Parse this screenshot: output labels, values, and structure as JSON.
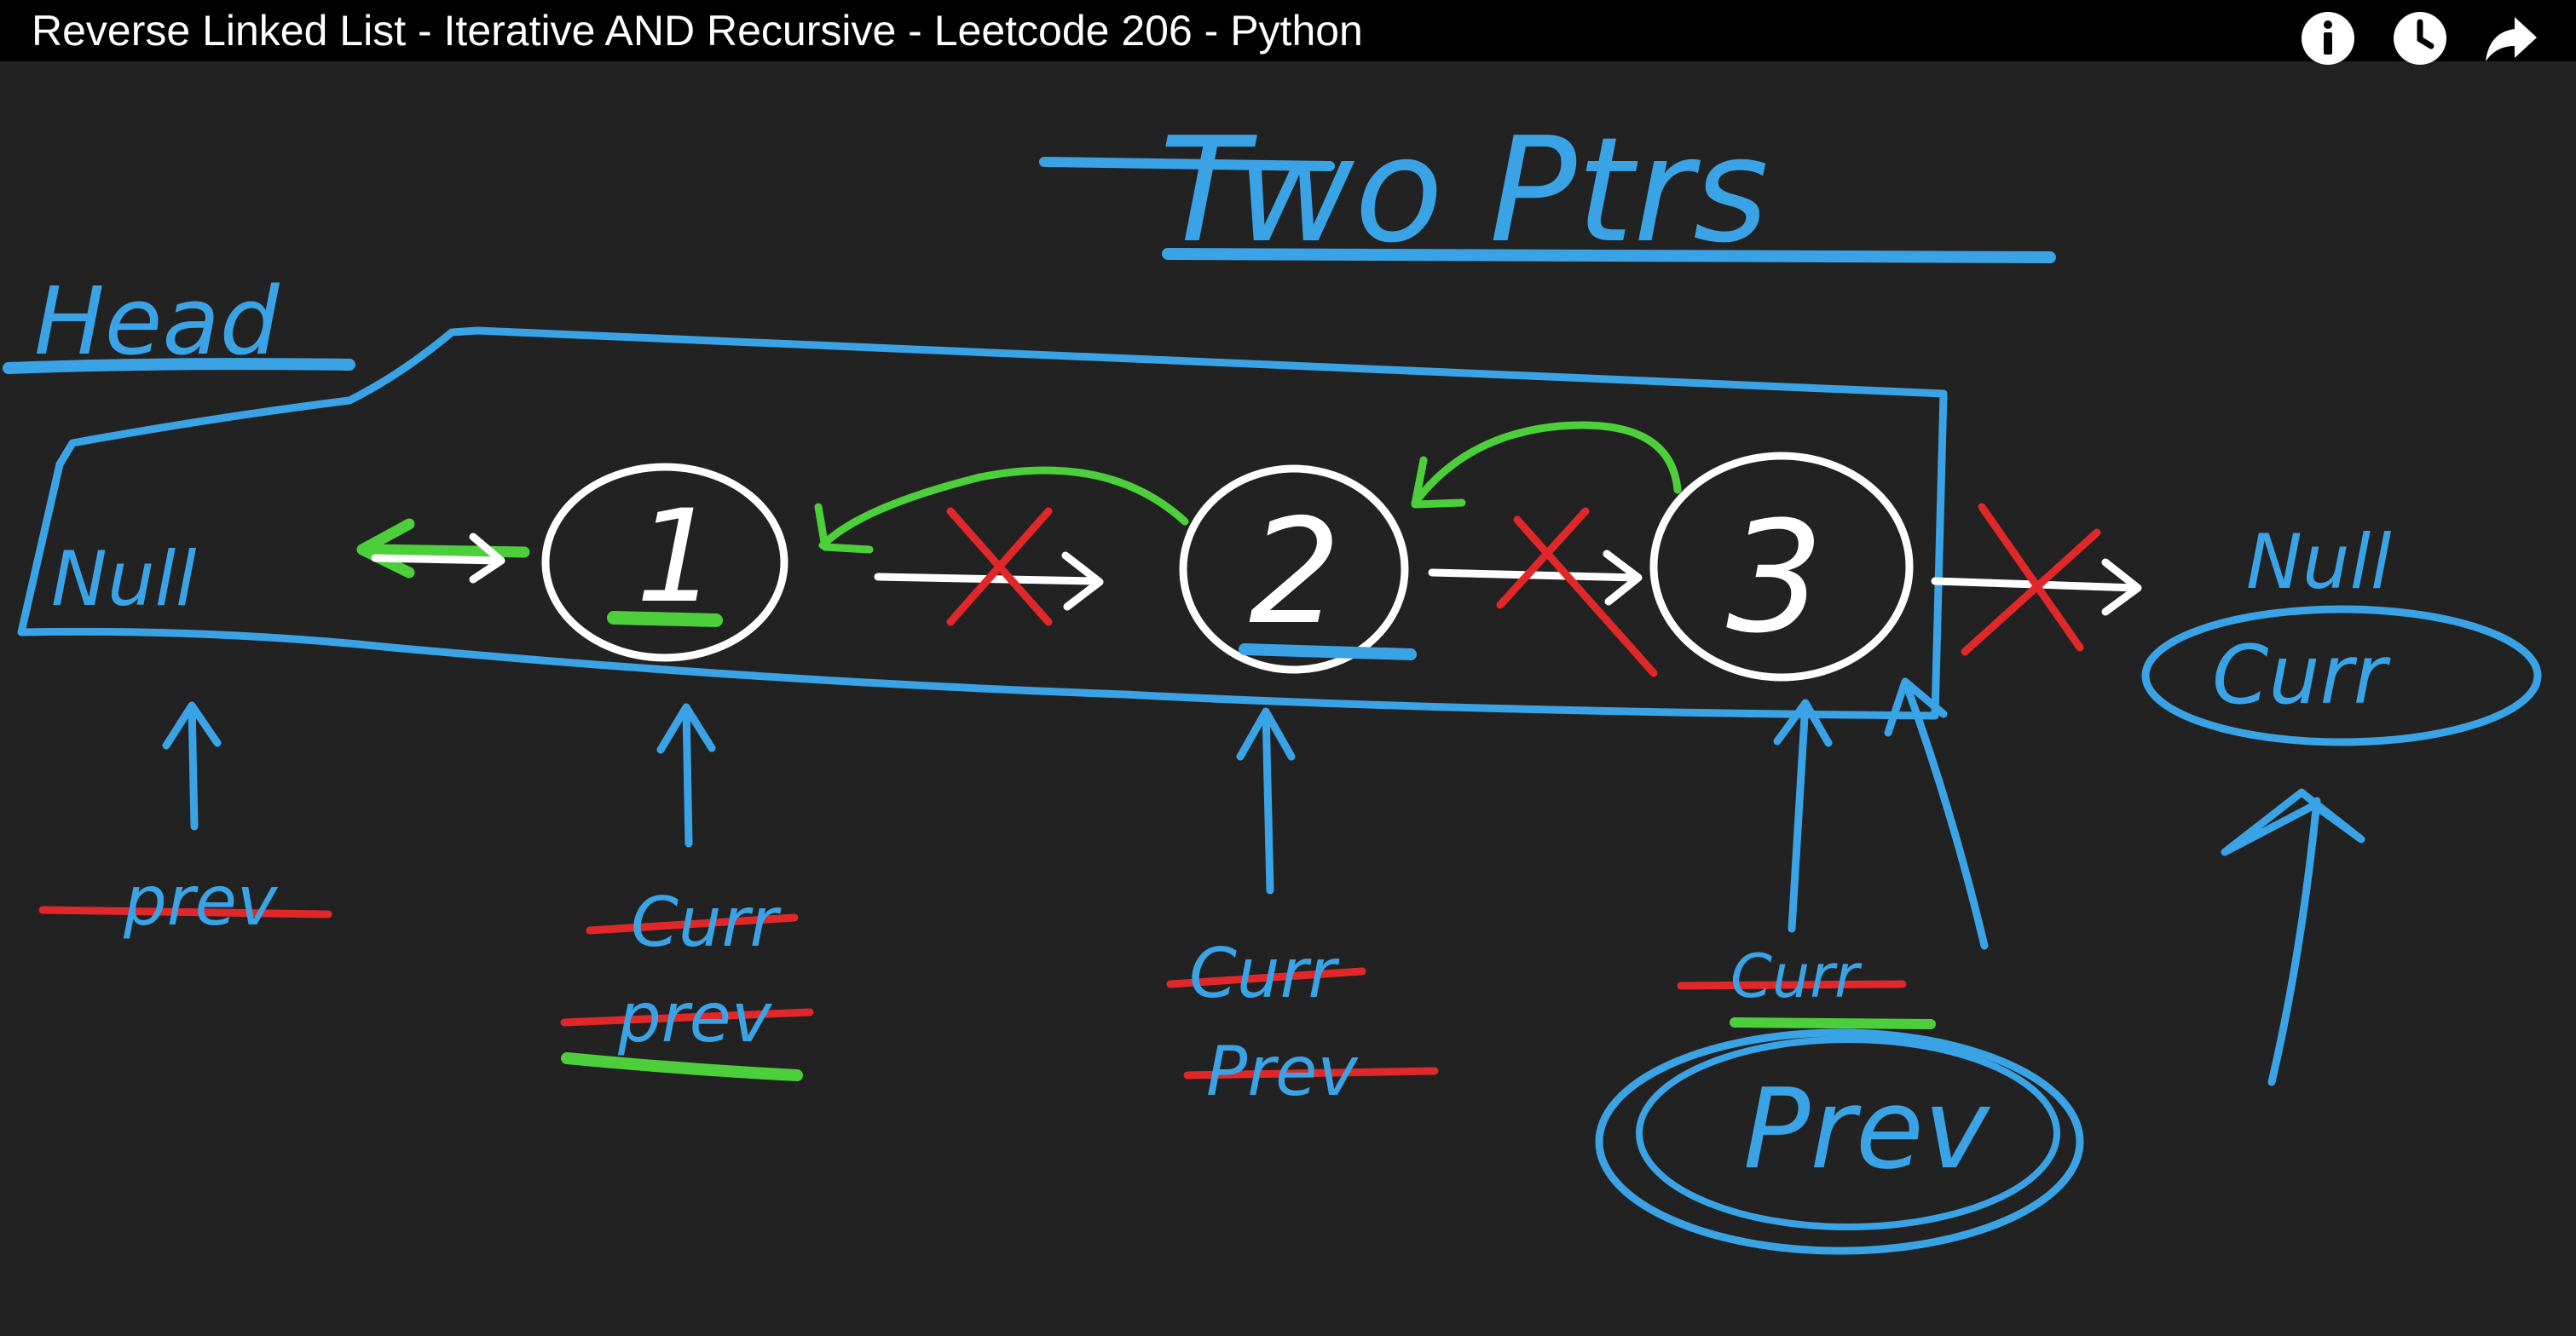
{
  "video": {
    "title": "Reverse Linked List - Iterative AND Recursive - Leetcode 206 - Python"
  },
  "icons": {
    "info": "info-icon",
    "watch_later": "clock-icon",
    "share": "share-arrow-icon"
  },
  "colors": {
    "board_background": "#222222",
    "top_bar": "#000000",
    "blue_marker": "#3aa3e6",
    "green_marker": "#4ccf3a",
    "red_marker": "#e0282a",
    "white_marker": "#ffffff"
  },
  "board": {
    "heading": "Two Ptrs",
    "head_label": "Head",
    "null_left": "Null",
    "null_right": "Null",
    "nodes": [
      "1",
      "2",
      "3"
    ],
    "pointer_labels": {
      "null_prev": "prev",
      "node1_curr": "Curr",
      "node1_prev": "prev",
      "node2_curr": "Curr",
      "node2_prev": "Prev",
      "node3_curr": "Curr",
      "node3_prev": "Prev",
      "final_curr": "Curr"
    }
  }
}
